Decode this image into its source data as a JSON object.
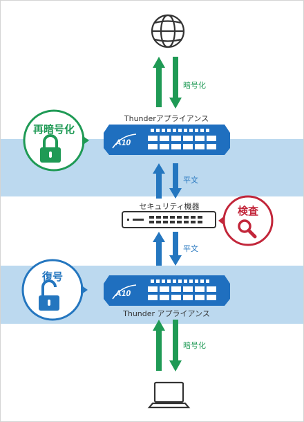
{
  "colors": {
    "encrypted_green": "#1f9a55",
    "plain_blue": "#2476bf",
    "appliance_blue": "#1f6fbf",
    "inspect_red": "#c2263a",
    "zone_band": "#bcd9ef"
  },
  "diagram": {
    "top_link_label": "暗号化",
    "top_appliance_label": "Thunderアプライアンス",
    "reencrypt_label": "再暗号化",
    "plain_label_upper": "平文",
    "security_device_label": "セキュリティ機器",
    "inspect_label": "検査",
    "plain_label_lower": "平文",
    "decrypt_label": "復号",
    "bottom_appliance_label": "Thunder アプライアンス",
    "bottom_link_label": "暗号化",
    "appliance_logo": "A10"
  },
  "icons": {
    "internet": "globe-icon",
    "client": "laptop-icon",
    "reencrypt": "lock-closed-icon",
    "decrypt": "lock-open-icon",
    "inspect": "magnifier-icon"
  }
}
